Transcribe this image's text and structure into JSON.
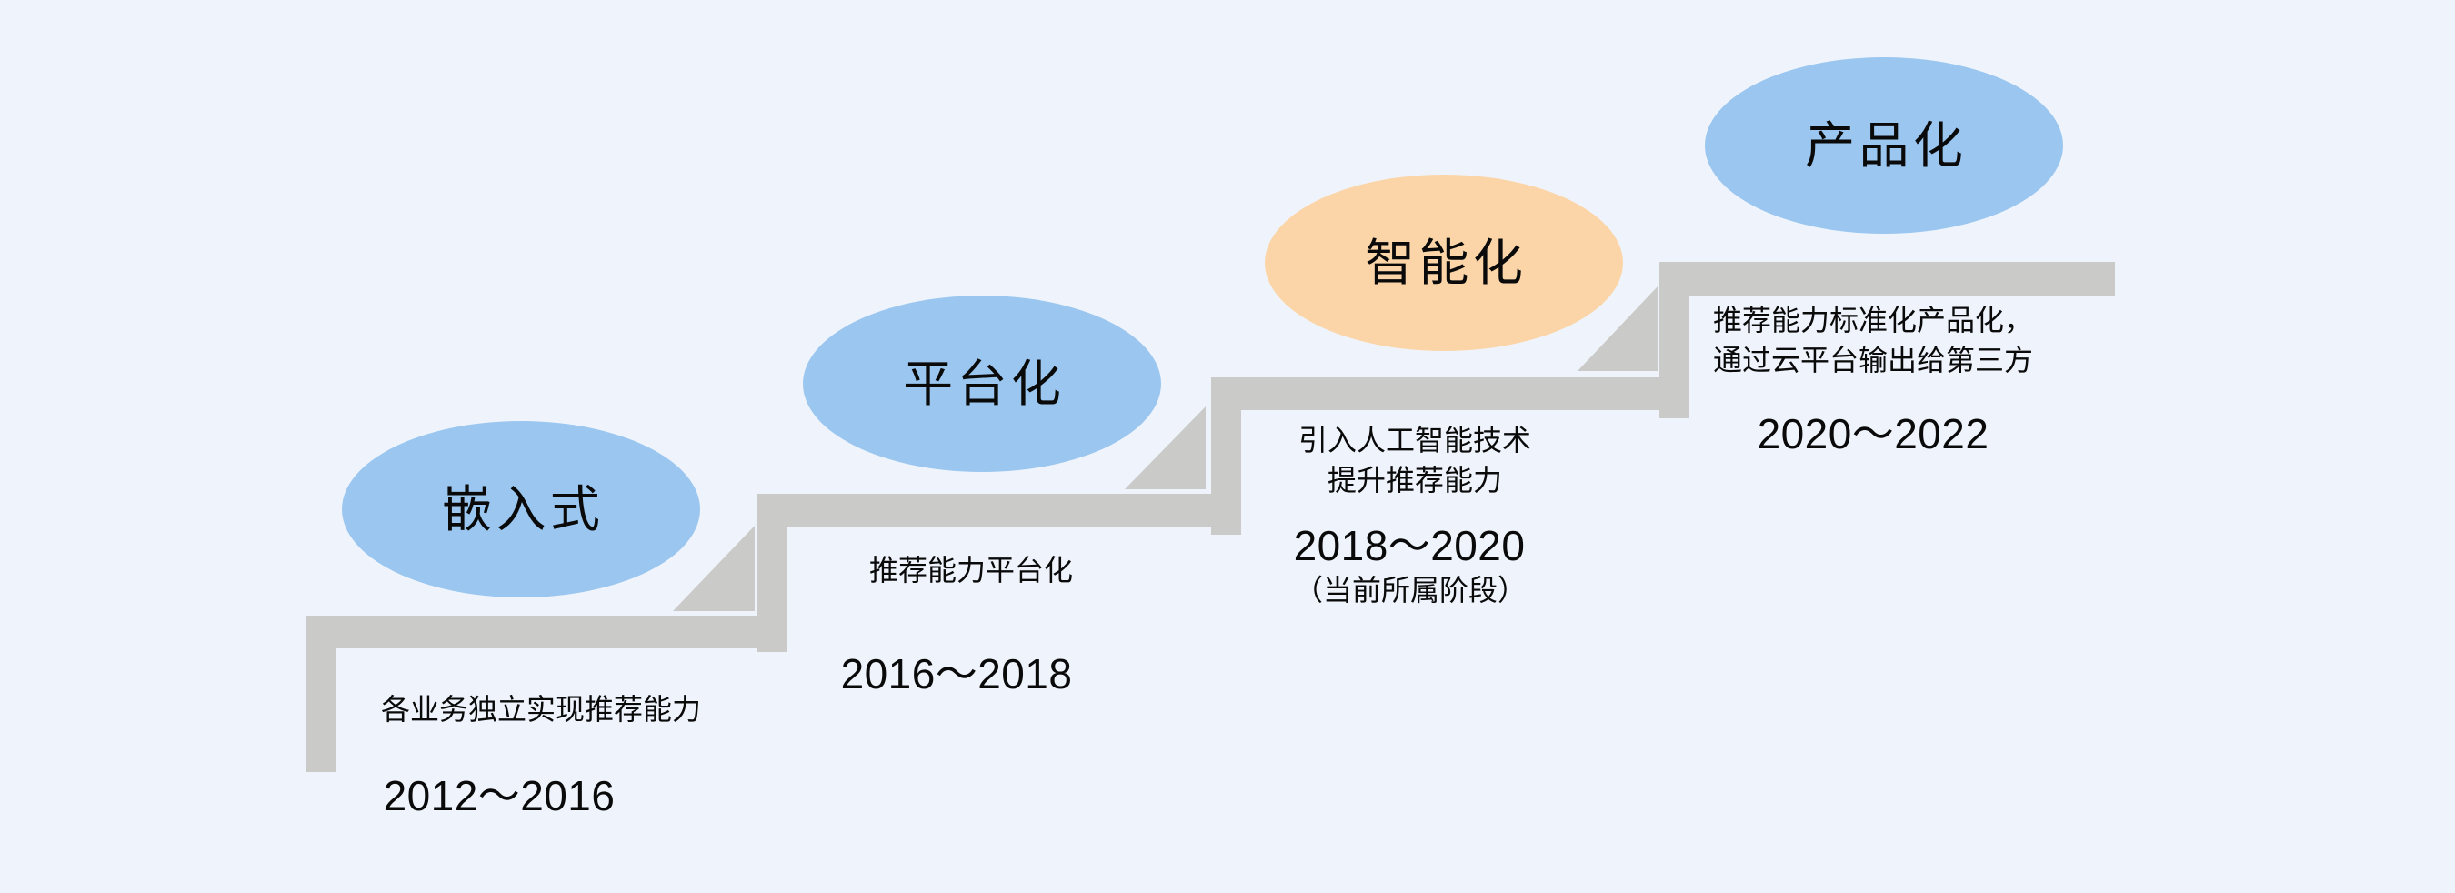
{
  "palette": {
    "background": "#EFF4FC",
    "bubble_blue": "#9AC6EF",
    "bubble_orange": "#FBD5A8",
    "step_gray": "#CACBC8",
    "text": "#0A0A0A"
  },
  "stages": [
    {
      "label": "嵌入式",
      "description_lines": [
        "各业务独立实现推荐能力"
      ],
      "period": "2012～2016"
    },
    {
      "label": "平台化",
      "description_lines": [
        "推荐能力平台化"
      ],
      "period": "2016～2018"
    },
    {
      "label": "智能化",
      "description_lines": [
        "引入人工智能技术",
        "提升推荐能力"
      ],
      "period": "2018～2020",
      "note": "（当前所属阶段）"
    },
    {
      "label": "产品化",
      "description_lines": [
        "推荐能力标准化产品化，",
        "通过云平台输出给第三方"
      ],
      "period": "2020～2022"
    }
  ]
}
